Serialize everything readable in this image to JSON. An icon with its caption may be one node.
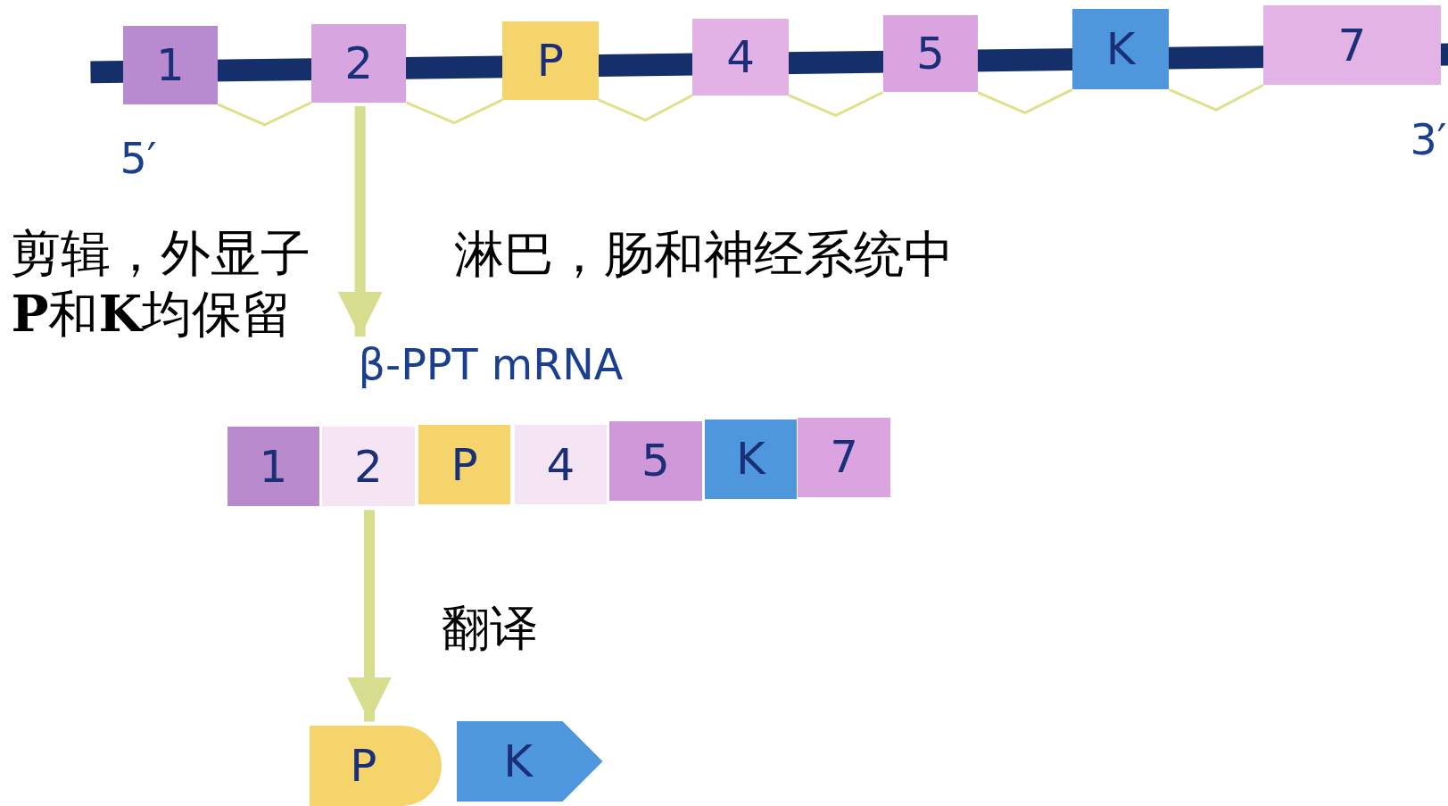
{
  "diagram": {
    "nodes": [
      {
        "text": [
          "1"
        ]
      },
      {
        "text": [
          "2"
        ]
      },
      {
        "text": [
          "P"
        ]
      },
      {
        "text": [
          "4"
        ]
      },
      {
        "text": [
          "5"
        ]
      },
      {
        "text": [
          "K"
        ]
      },
      {
        "text": [
          "7"
        ]
      },
      {
        "text": [
          "β-PPT mRNA"
        ]
      },
      {
        "text": [
          "1"
        ],
        "in": 7
      },
      {
        "text": [
          "2"
        ],
        "in": 7
      },
      {
        "text": [
          "P"
        ],
        "in": 7
      },
      {
        "text": [
          "4"
        ],
        "in": 7
      },
      {
        "text": [
          "5"
        ],
        "in": 7
      },
      {
        "text": [
          "K"
        ],
        "in": 7
      },
      {
        "text": [
          "7"
        ],
        "in": 7
      },
      {
        "text": [
          "P"
        ]
      },
      {
        "text": [
          "K"
        ]
      },
      {
        "text": [],
        "shape": "bar"
      }
    ],
    "edges": [
      {
        "from": 0,
        "to": 1,
        "arrow": "none"
      },
      {
        "from": 1,
        "to": 2,
        "arrow": "none"
      },
      {
        "from": 2,
        "to": 3,
        "arrow": "none"
      },
      {
        "from": 3,
        "to": 4,
        "arrow": "none"
      },
      {
        "from": 4,
        "to": 5,
        "arrow": "none"
      },
      {
        "from": 5,
        "to": 6,
        "arrow": "none"
      },
      {
        "from": 1,
        "to": 7,
        "arrow": "to",
        "style": "thick"
      },
      {
        "from": 7,
        "to": 15,
        "arrow": "to",
        "label": "翻译",
        "style": "thick"
      }
    ],
    "labels": [
      "5′",
      "3′",
      "剪辑，外显子**P**和**K**均保留",
      "淋巴，肠和神经系统中"
    ]
  }
}
